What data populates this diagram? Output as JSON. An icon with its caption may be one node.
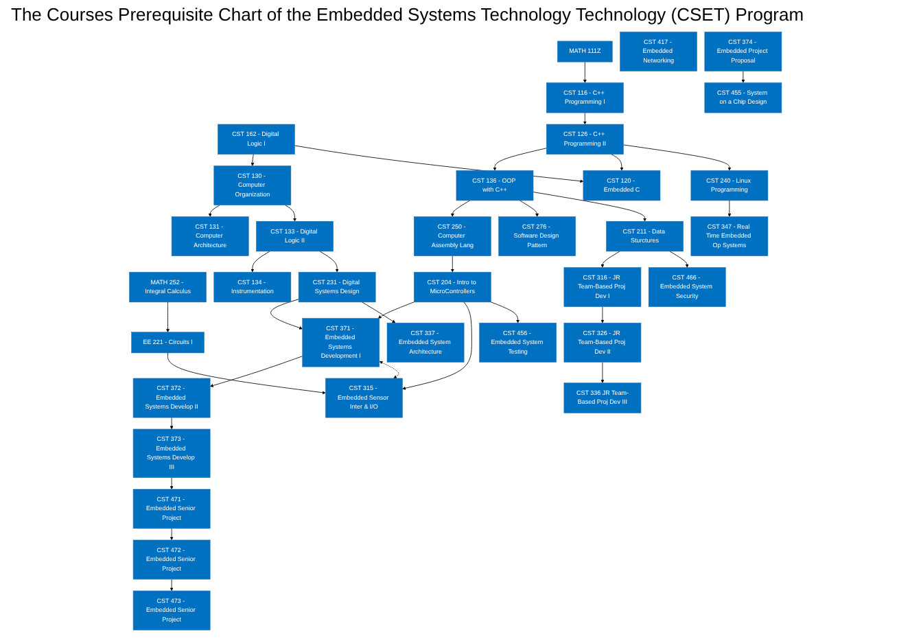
{
  "diagram": {
    "title": "The Courses Prerequisite Chart of the Embedded Systems Technology Technology (CSET) Program",
    "nodes": [
      {
        "text": [
          "CST 116 - C++ Programming I"
        ]
      },
      {
        "text": [
          "CST 162 - Digital Logic I"
        ]
      },
      {
        "text": [
          "MATH 111Z"
        ]
      },
      {
        "text": [
          "CST 126 - C++ Programming II"
        ]
      },
      {
        "text": [
          "CST 130 - Computer Organization"
        ]
      },
      {
        "text": [
          "CST 136 - OOP with C++"
        ]
      },
      {
        "text": [
          "CST 131 - Computer Architecture"
        ]
      },
      {
        "text": [
          "CST 120 - Embedded C"
        ]
      },
      {
        "text": [
          "MATH 252 - Integral Calculus"
        ]
      },
      {
        "text": [
          "CST 250 - Computer Assembly Lang"
        ]
      },
      {
        "text": [
          "CST 133 - Digital Logic II"
        ]
      },
      {
        "text": [
          "CST 134 - Instrumentation"
        ]
      },
      {
        "text": [
          "CST 276 - Software Design Pattern"
        ]
      },
      {
        "text": [
          "CST 204 - Intro to MicroControllers"
        ]
      },
      {
        "text": [
          "CST 231 - Digital Systems Design"
        ]
      },
      {
        "text": [
          "EE 221 - Circuits I"
        ]
      },
      {
        "text": [
          "CST 211 - Data Sturctures"
        ]
      },
      {
        "text": [
          "CST 240 - Linux Programming"
        ]
      },
      {
        "text": [
          "CST 316 - JR Team-Based Proj Dev I"
        ]
      },
      {
        "text": [
          "CST 371 - Embedded Systems Development I"
        ]
      },
      {
        "text": [
          "CST 315 - Embedded Sensor Inter & I/O"
        ]
      },
      {
        "text": [
          "CST 326 - JR Team-Based Proj Dev II"
        ]
      },
      {
        "text": [
          "CST 347 - Real Time Embedded Op Systems"
        ]
      },
      {
        "text": [
          "CST 372 - Embedded Systems Develop II"
        ]
      },
      {
        "text": [
          "CST 337 - Embedded System Architecture"
        ]
      },
      {
        "text": [
          "CST 336 JR Team-Based Proj Dev III"
        ]
      },
      {
        "text": [
          "CST 417 - Embedded Networking"
        ]
      },
      {
        "text": [
          "CST 373 - Embedded Systems Develop III"
        ]
      },
      {
        "text": [
          "CST 374 - Embedded Project Proposal"
        ]
      },
      {
        "text": [
          "CST 466 - Embedded System Security"
        ]
      },
      {
        "text": [
          "CST 456 - Embedded System Testing"
        ]
      },
      {
        "text": [
          "CST 455 - System on a Chip Design"
        ]
      },
      {
        "text": [
          "CST 471 - Embedded Senior Project"
        ]
      },
      {
        "text": [
          "CST 472 - Embedded Senior Project"
        ]
      },
      {
        "text": [
          "CST 473 - Embedded Senior Project"
        ]
      }
    ],
    "edges": [
      {
        "from": 2,
        "to": 0,
        "arrow": "to"
      },
      {
        "from": 0,
        "to": 3,
        "arrow": "to"
      },
      {
        "from": 3,
        "to": 5,
        "arrow": "to"
      },
      {
        "from": 1,
        "to": 4,
        "arrow": "to"
      },
      {
        "from": 4,
        "to": 6,
        "arrow": "to"
      },
      {
        "from": 1,
        "to": 7,
        "arrow": "to"
      },
      {
        "from": 3,
        "to": 7,
        "arrow": "to"
      },
      {
        "from": 8,
        "to": 15,
        "arrow": "to"
      },
      {
        "from": 5,
        "to": 9,
        "arrow": "to"
      },
      {
        "from": 4,
        "to": 10,
        "arrow": "to"
      },
      {
        "from": 10,
        "to": 11,
        "arrow": "to"
      },
      {
        "from": 5,
        "to": 12,
        "arrow": "to"
      },
      {
        "from": 9,
        "to": 13,
        "arrow": "to"
      },
      {
        "from": 10,
        "to": 14,
        "arrow": "to"
      },
      {
        "from": 5,
        "to": 16,
        "arrow": "to"
      },
      {
        "from": 3,
        "to": 17,
        "arrow": "to"
      },
      {
        "from": 13,
        "to": 19,
        "arrow": "to"
      },
      {
        "from": 14,
        "to": 19,
        "arrow": "to"
      },
      {
        "from": 15,
        "to": 20,
        "arrow": "to"
      },
      {
        "from": 13,
        "to": 20,
        "arrow": "to"
      },
      {
        "from": 16,
        "to": 18,
        "arrow": "to"
      },
      {
        "from": 18,
        "to": 21,
        "arrow": "to"
      },
      {
        "from": 21,
        "to": 25,
        "arrow": "to"
      },
      {
        "from": 17,
        "to": 22,
        "arrow": "to"
      },
      {
        "from": 19,
        "to": 23,
        "arrow": "to"
      },
      {
        "from": 23,
        "to": 27,
        "arrow": "to"
      },
      {
        "from": 19,
        "to": 20,
        "arrow": "both",
        "style": "dashed"
      },
      {
        "from": 14,
        "to": 24,
        "arrow": "to"
      },
      {
        "from": 27,
        "to": 32,
        "arrow": "to"
      },
      {
        "from": 28,
        "to": 31,
        "arrow": "to"
      },
      {
        "from": 32,
        "to": 33,
        "arrow": "to"
      },
      {
        "from": 33,
        "to": 34,
        "arrow": "to"
      },
      {
        "from": 16,
        "to": 29,
        "arrow": "to"
      },
      {
        "from": 13,
        "to": 30,
        "arrow": "to"
      }
    ]
  }
}
